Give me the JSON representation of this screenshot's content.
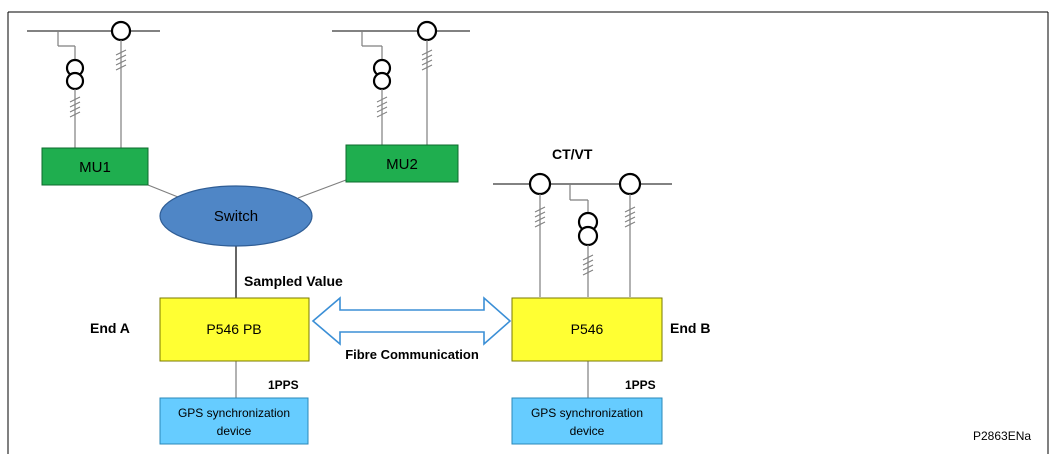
{
  "colors": {
    "mu_fill": "#1fae4f",
    "mu_stroke": "#0d6b2e",
    "switch_fill": "#4f86c6",
    "switch_stroke": "#2f5d95",
    "relay_fill": "#ffff33",
    "relay_stroke": "#7a7a00",
    "gps_fill": "#66ccff",
    "gps_stroke": "#2b89b8",
    "arrow_fill": "#ffffff",
    "arrow_stroke": "#3b8fd6",
    "line": "#7f7f7f",
    "busbar": "#595959"
  },
  "nodes": {
    "mu1": "MU1",
    "mu2": "MU2",
    "switch": "Switch",
    "relay_a": "P546 PB",
    "relay_b": "P546",
    "gps_a": [
      "GPS synchronization",
      "device"
    ],
    "gps_b": [
      "GPS synchronization",
      "device"
    ]
  },
  "labels": {
    "ct_vt": "CT/VT",
    "sampled_value": "Sampled Value",
    "end_a": "End A",
    "end_b": "End B",
    "fibre": "Fibre Communication",
    "pps_a": "1PPS",
    "pps_b": "1PPS",
    "figure_id": "P2863ENa"
  }
}
